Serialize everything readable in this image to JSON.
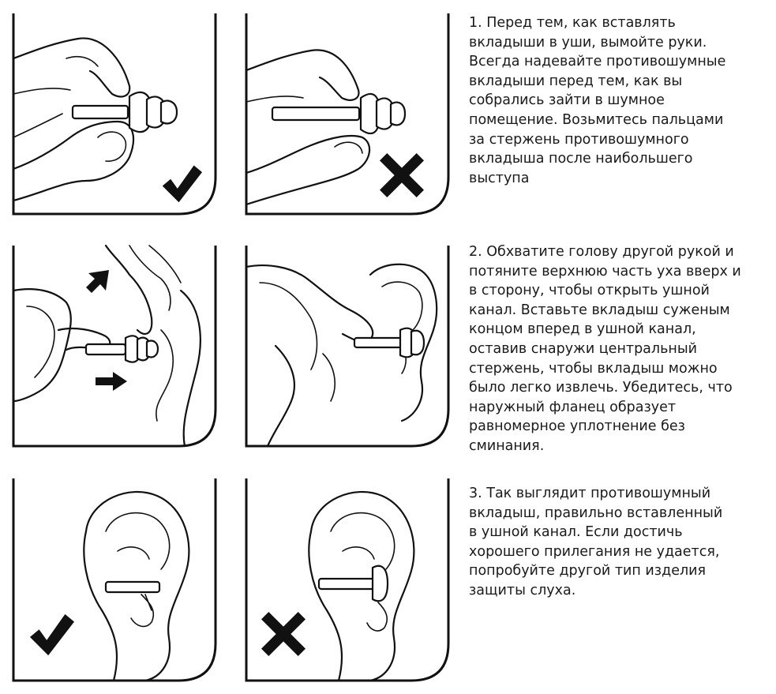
{
  "steps": [
    {
      "text": "1. Перед тем, как вставлять\nвкладыши в уши, вымойте руки.\nВсегда надевайте противошумные\nвкладыши перед тем, как вы\nсобрались зайти в шумное\nпомещение. Возьмитесь пальцами\nза стержень противошумного\nвкладыша после наибольшего\nвыступа",
      "left_panel": {
        "mark": "check-icon"
      },
      "right_panel": {
        "mark": "cross-icon"
      }
    },
    {
      "text": "2. Обхватите голову другой рукой и\nпотяните верхнюю часть уха вверх и\nв сторону, чтобы открыть ушной\nканал. Вставьте вкладыш суженым\nконцом вперед в ушной канал,\nоставив снаружи центральный\nстержень, чтобы вкладыш можно\nбыло легко извлечь. Убедитесь, что\nнаружный фланец образует\nравномерное уплотнение без\nсминания.",
      "left_panel": {
        "mark": "arrow-icons"
      },
      "right_panel": {
        "mark": "none"
      }
    },
    {
      "text": "3. Так выглядит противошумный\nвкладыш, правильно вставленный\nв ушной канал. Если достичь\nхорошего прилегания не удается,\nпопробуйте другой тип изделия\nзащиты слуха.",
      "left_panel": {
        "mark": "check-icon"
      },
      "right_panel": {
        "mark": "cross-icon"
      }
    }
  ],
  "colors": {
    "ink": "#111111",
    "background": "#ffffff"
  }
}
